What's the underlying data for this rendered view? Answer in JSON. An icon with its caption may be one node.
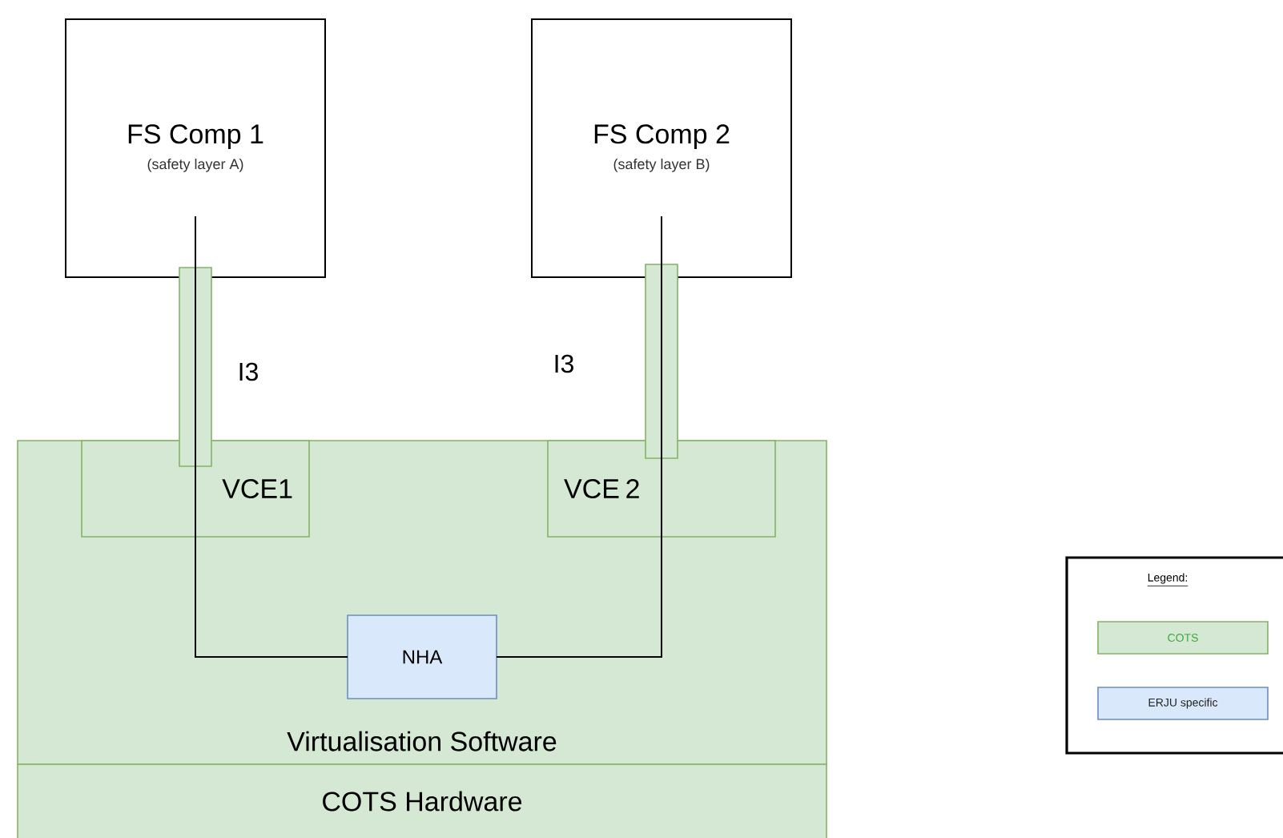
{
  "diagram": {
    "nodes": [
      {
        "text": [
          "FS Comp 1",
          "(safety layer A)"
        ]
      },
      {
        "text": [
          "FS Comp 2",
          "(safety layer B)"
        ]
      },
      {
        "text": [
          "Virtualisation Software"
        ]
      },
      {
        "text": [
          "VCE1"
        ],
        "in": 2
      },
      {
        "text": [
          "VCE 2"
        ],
        "in": 2
      },
      {
        "text": [
          "NHA"
        ],
        "in": 2
      },
      {
        "text": [
          "COTS Hardware"
        ]
      }
    ],
    "edges": [
      {
        "from": 0,
        "to": 3,
        "arrow": "none"
      },
      {
        "from": 1,
        "to": 4,
        "arrow": "none"
      },
      {
        "from": 3,
        "to": 5,
        "arrow": "none"
      },
      {
        "from": 4,
        "to": 5,
        "arrow": "none"
      }
    ],
    "labels": [
      "I3",
      "I3",
      "Legend:"
    ],
    "legend": [
      {
        "text": "COTS",
        "color": "#d5e8d4"
      },
      {
        "text": "ERJU specific",
        "color": "#dae8fc"
      }
    ]
  }
}
